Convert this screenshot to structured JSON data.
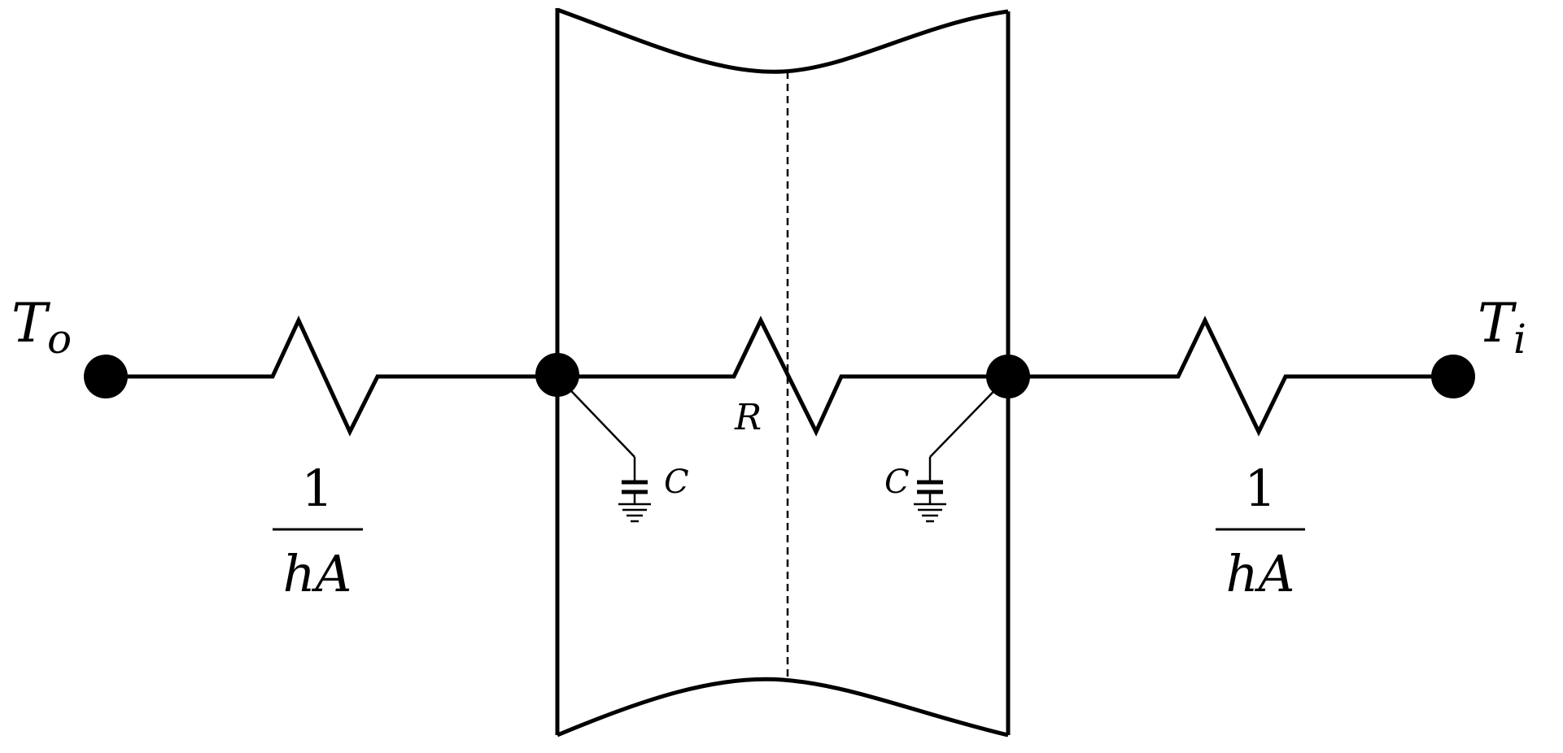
{
  "nodes": {
    "outside": {
      "symbol": "T",
      "subscript": "o"
    },
    "inside": {
      "symbol": "T",
      "subscript": "i"
    }
  },
  "resistors": {
    "left_conv": {
      "numerator": "1",
      "denominator": "hA"
    },
    "wall": {
      "label": "R"
    },
    "right_conv": {
      "numerator": "1",
      "denominator": "hA"
    }
  },
  "capacitors": {
    "left": {
      "label": "C"
    },
    "right": {
      "label": "C"
    }
  }
}
